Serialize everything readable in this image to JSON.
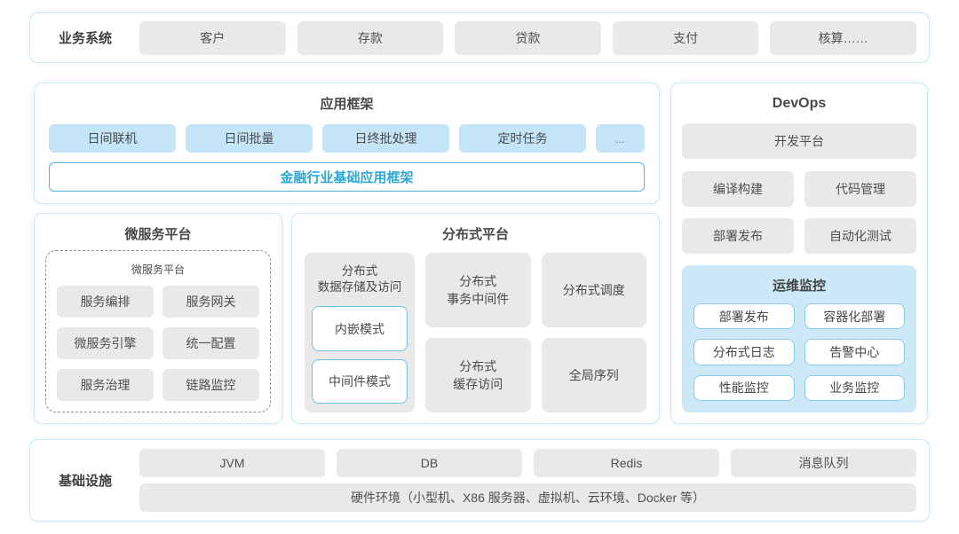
{
  "colors": {
    "panel_border": "#cfe9f6",
    "gray_button_bg": "#e9e9ea",
    "blue_button_bg": "#c4e4f7",
    "accent_teal": "#2ba8d8",
    "monitor_panel_bg": "#cde9f7",
    "monitor_button_border": "#87cdeb",
    "text": "#4a4a4a"
  },
  "business": {
    "label": "业务系统",
    "items": [
      "客户",
      "存款",
      "贷款",
      "支付",
      "核算……"
    ]
  },
  "app_framework": {
    "title": "应用框架",
    "items": [
      "日间联机",
      "日间批量",
      "日终批处理",
      "定时任务"
    ],
    "more": "...",
    "base_framework": "金融行业基础应用框架"
  },
  "microservice": {
    "title": "微服务平台",
    "inner_title": "微服务平台",
    "items": [
      "服务编排",
      "服务网关",
      "微服务引擎",
      "统一配置",
      "服务治理",
      "链路监控"
    ]
  },
  "distributed": {
    "title": "分布式平台",
    "storage": {
      "label": "分布式\n数据存储及访问",
      "modes": [
        "内嵌模式",
        "中间件模式"
      ]
    },
    "cells": [
      "分布式\n事务中间件",
      "分布式调度",
      "分布式\n缓存访问",
      "全局序列"
    ]
  },
  "devops": {
    "title": "DevOps",
    "platform": "开发平台",
    "items": [
      "编译构建",
      "代码管理",
      "部署发布",
      "自动化测试"
    ],
    "monitoring": {
      "title": "运维监控",
      "items": [
        "部署发布",
        "容器化部署",
        "分布式日志",
        "告警中心",
        "性能监控",
        "业务监控"
      ]
    }
  },
  "infrastructure": {
    "label": "基础设施",
    "items": [
      "JVM",
      "DB",
      "Redis",
      "消息队列"
    ],
    "hardware": "硬件环境（小型机、X86 服务器、虚拟机、云环境、Docker 等）"
  }
}
